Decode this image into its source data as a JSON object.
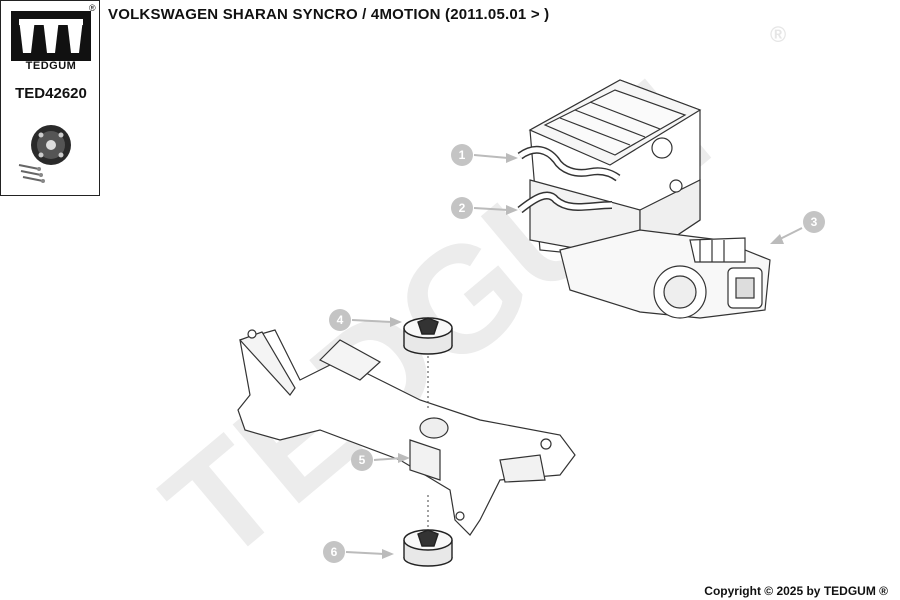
{
  "header": {
    "title": "VOLKSWAGEN SHARAN SYNCRO / 4MOTION  (2011.05.01 > )"
  },
  "brand_box": {
    "brand_name": "TEDGUM",
    "registered_symbol": "®",
    "part_number": "TED42620"
  },
  "watermark": {
    "text": "TEDGUM",
    "registered_symbol": "®"
  },
  "markers": [
    {
      "label": "1"
    },
    {
      "label": "2"
    },
    {
      "label": "3"
    },
    {
      "label": "4"
    },
    {
      "label": "5"
    },
    {
      "label": "6"
    }
  ],
  "footer": {
    "copyright": "Copyright © 2025 by TEDGUM ®"
  },
  "colors": {
    "marker_fill": "#c4c4c4",
    "watermark": "#ececec",
    "line_art": "#333333",
    "highlight_parts": "#e8e8e8"
  }
}
